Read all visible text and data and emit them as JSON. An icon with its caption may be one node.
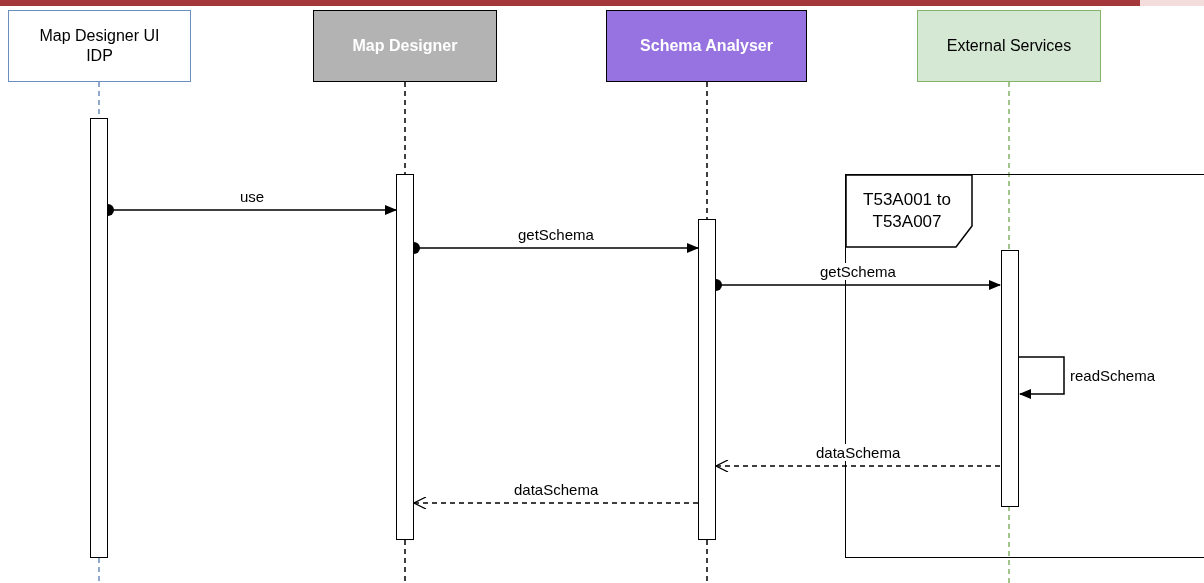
{
  "diagram": {
    "nodes": [
      {
        "text": [
          "Map Designer UI IDP"
        ]
      },
      {
        "text": [
          "Map Designer"
        ]
      },
      {
        "text": [
          "Schema Analyser"
        ]
      },
      {
        "text": [
          "External Services"
        ]
      },
      {
        "text": [
          "T53A001 to T53A007"
        ]
      },
      {
        "text": [],
        "shape": "bar"
      },
      {
        "text": [],
        "shape": "bar"
      },
      {
        "text": [],
        "shape": "bar"
      },
      {
        "text": [],
        "shape": "bar",
        "in": 4
      }
    ],
    "edges": [
      {
        "from": 0,
        "to": 5,
        "arrow": "none",
        "style": "dashed",
        "color": "#6c8ebf"
      },
      {
        "from": 1,
        "to": 6,
        "arrow": "none",
        "style": "dashed"
      },
      {
        "from": 2,
        "to": 7,
        "arrow": "none",
        "style": "dashed"
      },
      {
        "from": 3,
        "to": 8,
        "arrow": "none",
        "style": "dashed",
        "color": "#82b366"
      },
      {
        "from": 5,
        "to": 6,
        "arrow": "to",
        "label": "use"
      },
      {
        "from": 6,
        "to": 7,
        "arrow": "to",
        "label": "getSchema"
      },
      {
        "from": 7,
        "to": 8,
        "arrow": "to",
        "label": "getSchema"
      },
      {
        "from": 8,
        "to": 8,
        "arrow": "to",
        "label": "readSchema"
      },
      {
        "from": 8,
        "to": 7,
        "arrow": "to",
        "label": "dataSchema",
        "style": "dashed"
      },
      {
        "from": 7,
        "to": 6,
        "arrow": "to",
        "label": "dataSchema",
        "style": "dashed"
      }
    ]
  }
}
